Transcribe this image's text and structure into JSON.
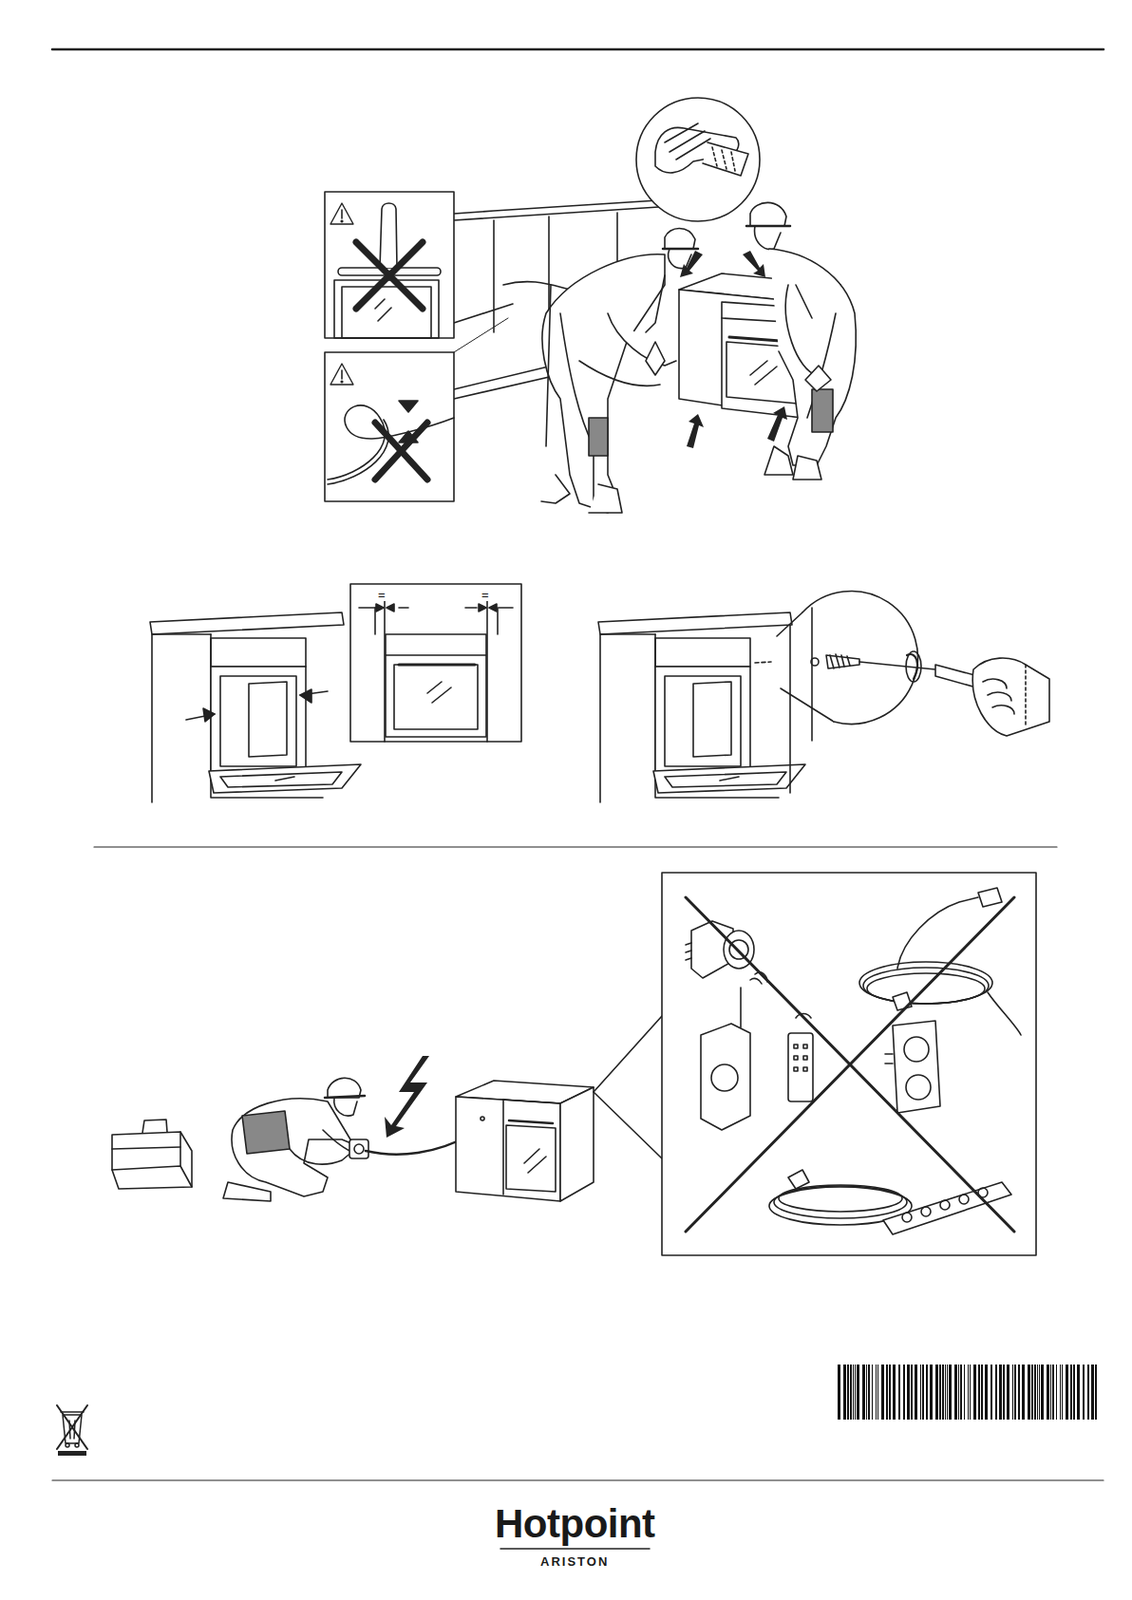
{
  "diagram": {
    "labels": [
      "=",
      "=",
      "Hotpoint",
      "ARISTON"
    ]
  }
}
